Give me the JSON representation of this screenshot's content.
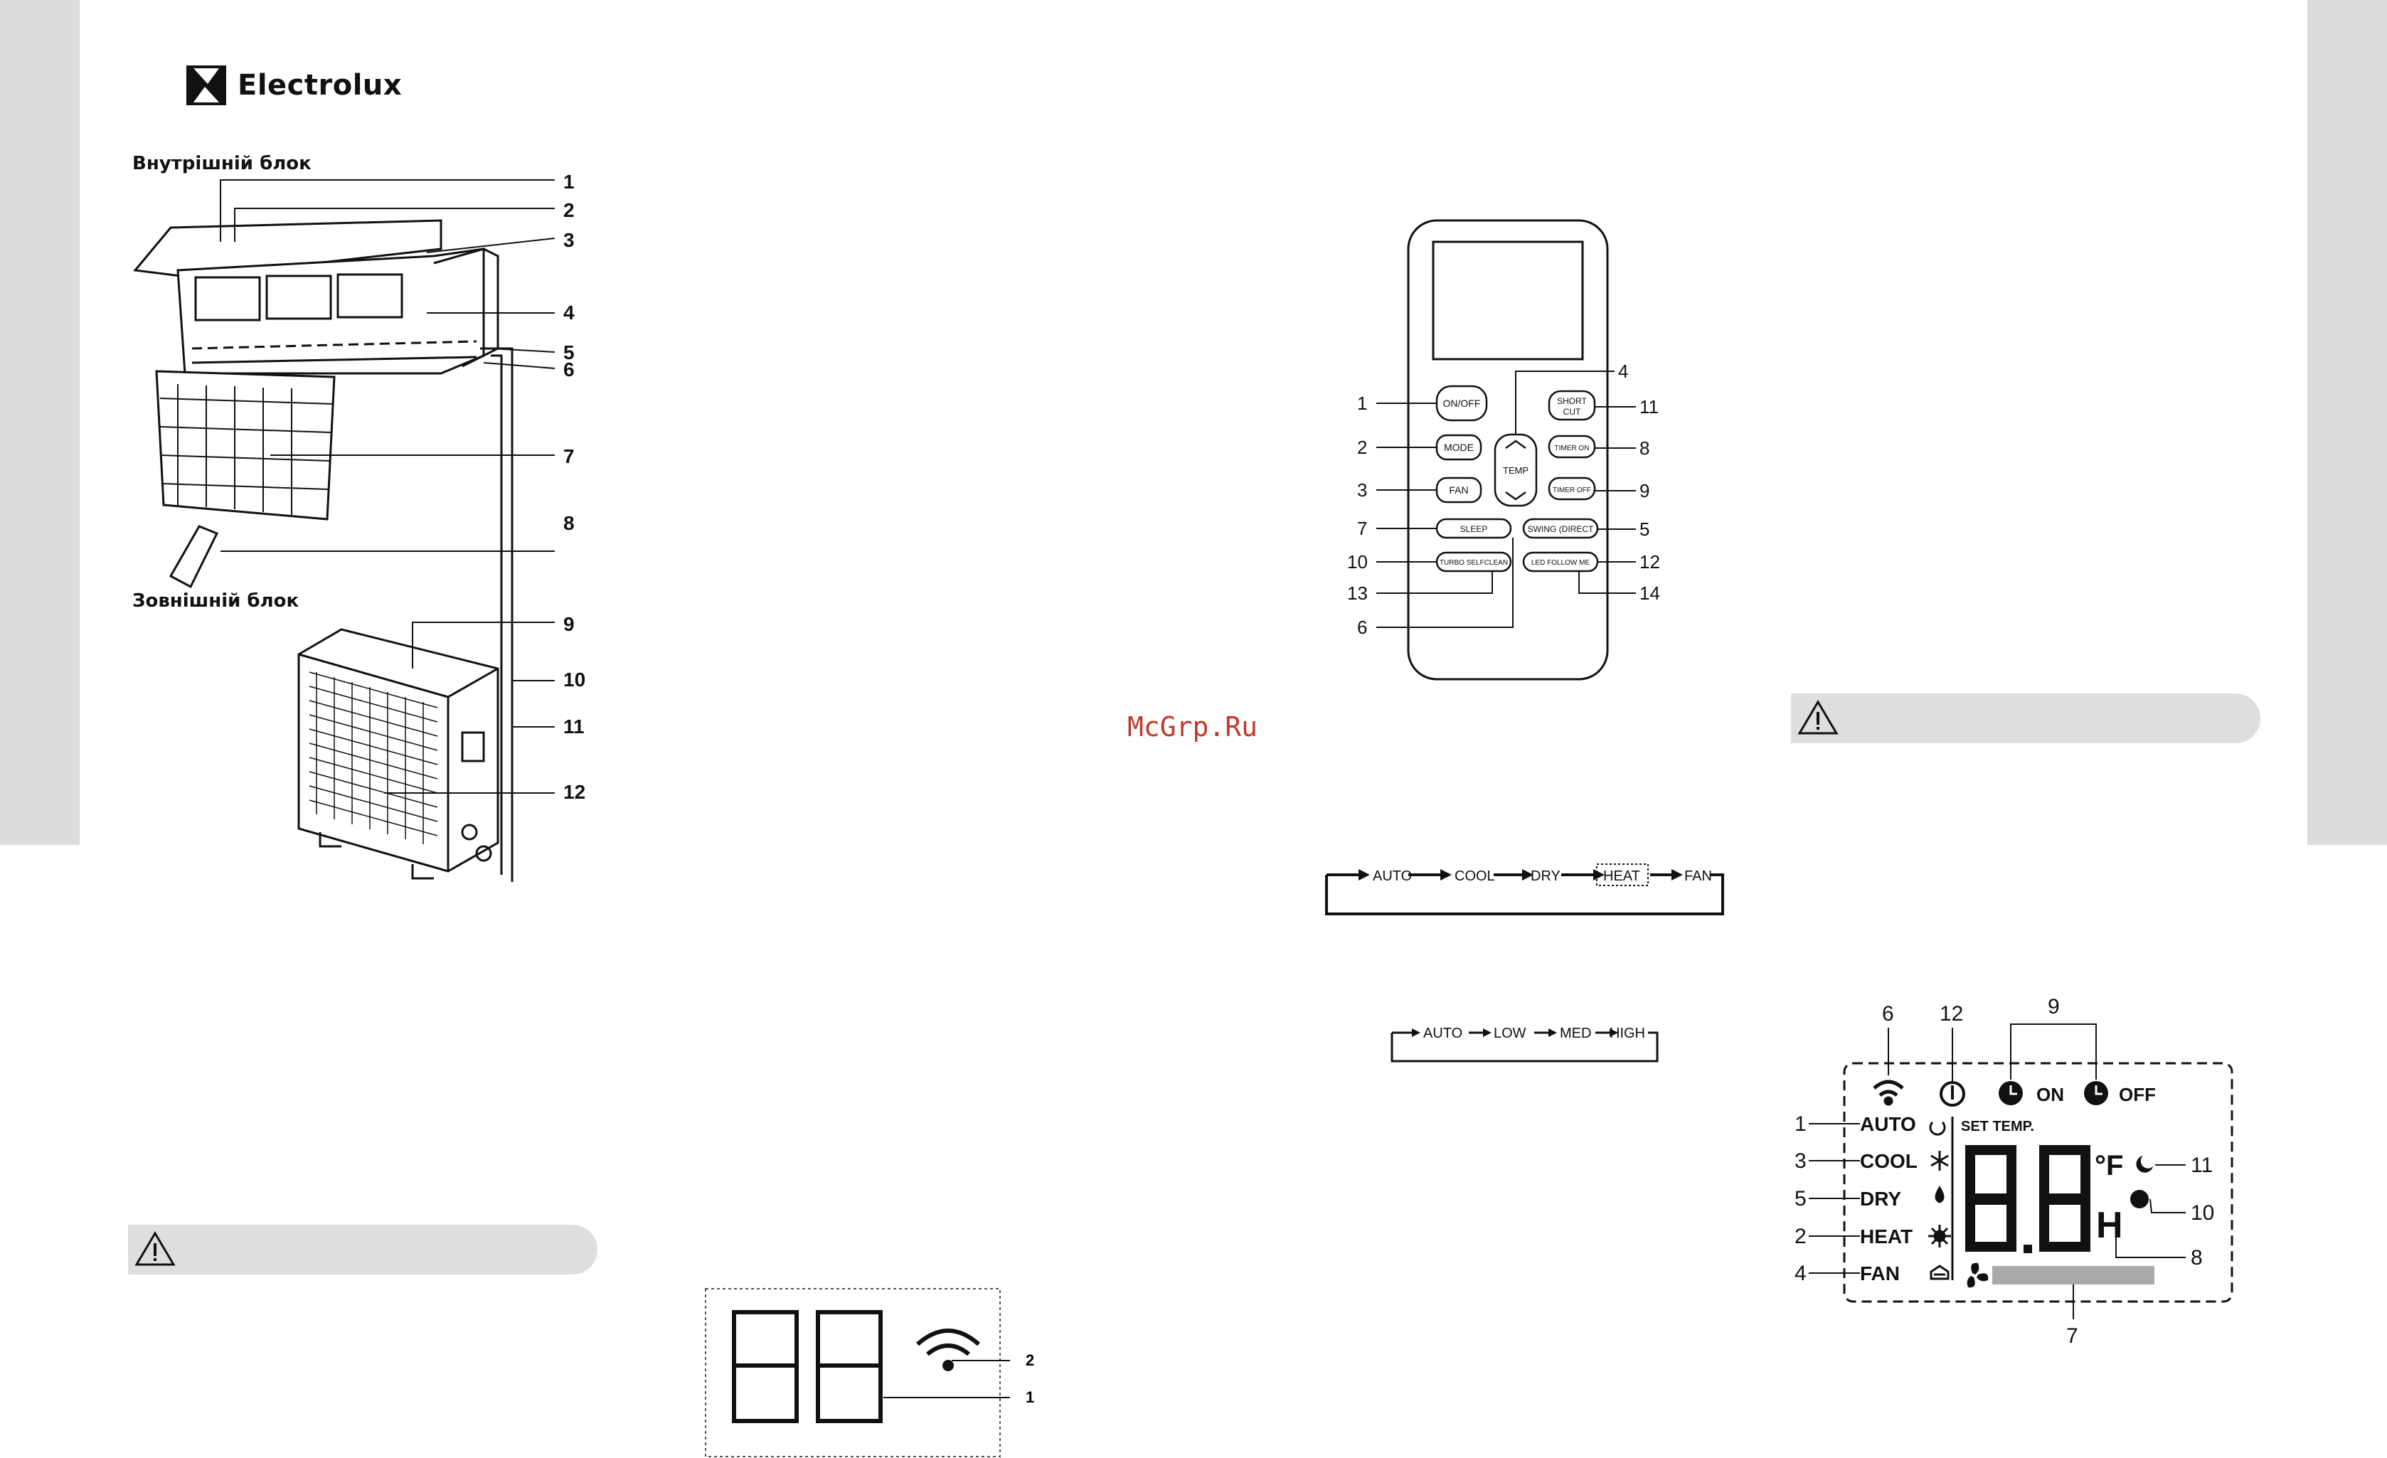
{
  "brand": {
    "name": "Electrolux"
  },
  "panel1": {
    "indoor_heading": "Внутрішній блок",
    "outdoor_heading": "Зовнішній блок",
    "callouts": [
      "1",
      "2",
      "3",
      "4",
      "5",
      "6",
      "7",
      "8",
      "9",
      "10",
      "11",
      "12"
    ]
  },
  "small_display": {
    "callouts": [
      "2",
      "1"
    ]
  },
  "remote": {
    "buttons": {
      "on_off": "ON/OFF",
      "mode": "MODE",
      "fan": "FAN",
      "sleep": "SLEEP",
      "turbo": "TURBO SELFCLEAN",
      "short_cut_1": "SHORT",
      "short_cut_2": "CUT",
      "timer_on": "TIMER ON",
      "timer_off": "TIMER OFF",
      "swing": "SWING (DIRECT",
      "led": "LED FOLLOW ME",
      "temp": "TEMP"
    },
    "callouts_left": [
      "1",
      "2",
      "3",
      "7",
      "10",
      "13",
      "6"
    ],
    "callouts_right": [
      "4",
      "11",
      "8",
      "9",
      "5",
      "12",
      "14"
    ]
  },
  "mode_cycle": [
    "AUTO",
    "COOL",
    "DRY",
    "HEAT",
    "FAN"
  ],
  "fan_cycle": [
    "AUTO",
    "LOW",
    "MED",
    "HIGH"
  ],
  "watermark": "McGrp.Ru",
  "lcd": {
    "modes": [
      "AUTO",
      "COOL",
      "DRY",
      "HEAT",
      "FAN"
    ],
    "mode_callouts": [
      "1",
      "3",
      "5",
      "2",
      "4"
    ],
    "top_callouts": [
      "6",
      "12",
      "9"
    ],
    "right_callouts": [
      "11",
      "10",
      "8"
    ],
    "bottom_callout": "7",
    "set_temp": "SET TEMP.",
    "on": "ON",
    "off": "OFF",
    "deg_f": "°F",
    "h": "H"
  }
}
